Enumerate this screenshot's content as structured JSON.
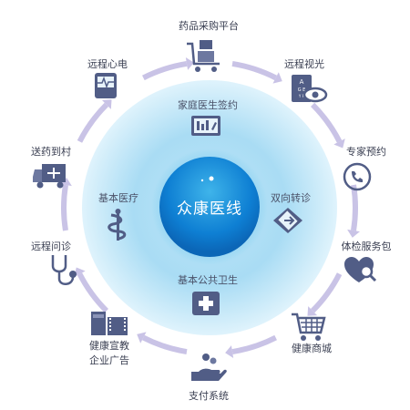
{
  "center": {
    "label": "众康医线"
  },
  "inner_ring": [
    {
      "id": "family-doctor",
      "label": "家庭医生签约",
      "icon": "contract-screen-icon"
    },
    {
      "id": "referral",
      "label": "双向转诊",
      "icon": "document-transfer-icon"
    },
    {
      "id": "public-health",
      "label": "基本公共卫生",
      "icon": "medical-cross-icon"
    },
    {
      "id": "basic-medical",
      "label": "基本医疗",
      "icon": "caduceus-icon"
    }
  ],
  "outer_ring": [
    {
      "id": "drug-purchase",
      "label": "药品采购平台",
      "icon": "cart-boxes-icon"
    },
    {
      "id": "remote-vision",
      "label": "远程视光",
      "icon": "eye-chart-icon"
    },
    {
      "id": "expert-booking",
      "label": "专家预约",
      "icon": "phone-icon"
    },
    {
      "id": "checkup",
      "label": "体检服务包",
      "icon": "heart-search-icon"
    },
    {
      "id": "health-mall",
      "label": "健康商城",
      "icon": "shopping-cart-icon"
    },
    {
      "id": "payment",
      "label": "支付系统",
      "icon": "hand-coins-icon"
    },
    {
      "id": "health-ads",
      "label": "健康宣教\n企业广告",
      "line1": "健康宣教",
      "line2": "企业广告",
      "icon": "book-film-icon"
    },
    {
      "id": "remote-consult",
      "label": "远程问诊",
      "icon": "stethoscope-icon"
    },
    {
      "id": "drug-delivery",
      "label": "送药到村",
      "icon": "delivery-truck-icon"
    },
    {
      "id": "remote-ecg",
      "label": "远程心电",
      "icon": "ecg-monitor-icon"
    }
  ],
  "colors": {
    "disk_light": "#dff3fc",
    "disk_mid": "#9fd8f3",
    "core_dark": "#0a72c8",
    "core_light": "#37aee8",
    "icon": "#515d86",
    "arrow": "#c9c3e6"
  }
}
